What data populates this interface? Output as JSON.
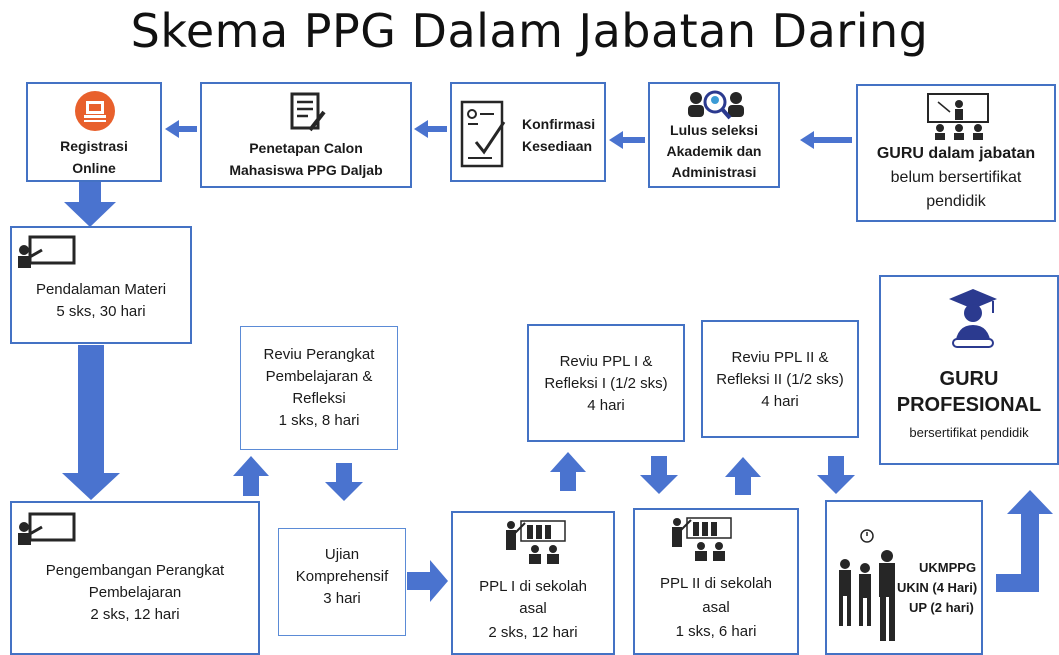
{
  "title": "Skema PPG Dalam Jabatan Daring",
  "colors": {
    "border": "#4472c4",
    "arrow": "#4a73cf",
    "icon_dark": "#262626",
    "accent_orange": "#e8602c",
    "navy": "#2b3a8f"
  },
  "steps": {
    "guru": {
      "line1": "GURU dalam jabatan",
      "line2": "belum bersertifikat",
      "line3": "pendidik",
      "icon": "classroom-icon"
    },
    "lulus": {
      "line1": "Lulus seleksi",
      "line2": "Akademik dan",
      "line3": "Administrasi",
      "icon": "people-search-icon"
    },
    "konfirmasi": {
      "line1": "Konfirmasi",
      "line2": "Kesediaan",
      "icon": "checklist-icon"
    },
    "penetapan": {
      "line1": "Penetapan Calon",
      "line2": "Mahasiswa PPG Daljab",
      "icon": "document-edit-icon"
    },
    "registrasi": {
      "line1": "Registrasi",
      "line2": "Online",
      "icon": "register-online-icon"
    },
    "pendalaman": {
      "line1": "Pendalaman Materi",
      "line2": "5 sks, 30 hari",
      "icon": "teacher-board-icon"
    },
    "pengembangan": {
      "line1": "Pengembangan Perangkat",
      "line2": "Pembelajaran",
      "line3": "2 sks, 12 hari",
      "icon": "teacher-board-icon"
    },
    "reviu_perangkat": {
      "line1": "Reviu Perangkat",
      "line2": "Pembelajaran &",
      "line3": "Refleksi",
      "line4": "1 sks, 8 hari"
    },
    "ujian": {
      "line1": "Ujian",
      "line2": "Komprehensif",
      "line3": "3 hari"
    },
    "ppl1": {
      "line1": "PPL  I  di sekolah",
      "line2": "asal",
      "line3": "2 sks, 12 hari",
      "icon": "class-teaching-icon"
    },
    "reviu_ppl1": {
      "line1": "Reviu PPL I &",
      "line2": "Refleksi  I (1/2 sks)",
      "line3": "4 hari"
    },
    "ppl2": {
      "line1": "PPL II di sekolah",
      "line2": "asal",
      "line3": "1 sks, 6 hari",
      "icon": "class-teaching-icon"
    },
    "reviu_ppl2": {
      "line1": "Reviu PPL  II &",
      "line2": "Refleksi II (1/2 sks)",
      "line3": "4 hari"
    },
    "ukmppg": {
      "line1": "UKMPPG",
      "line2": "UKIN (4 Hari)",
      "line3": "UP (2 hari)",
      "icon": "exam-students-icon"
    },
    "profesional": {
      "line1": "GURU",
      "line2": "PROFESIONAL",
      "line3": "bersertifikat pendidik",
      "icon": "graduate-icon"
    }
  }
}
